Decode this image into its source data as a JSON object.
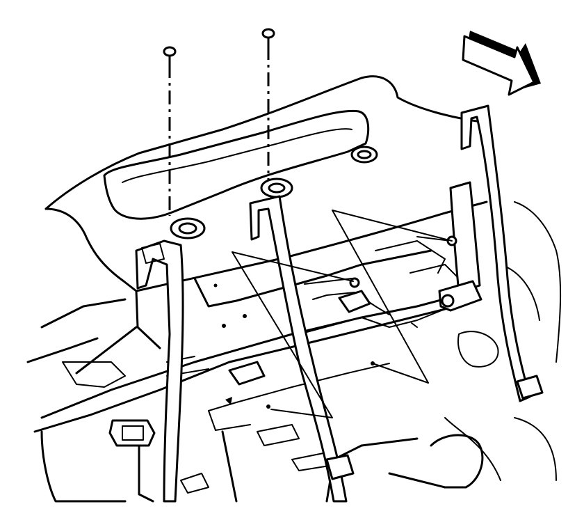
{
  "figure": {
    "kind": "line-art-service-diagram",
    "depicts": "rear-seat-belt-and-shelf-panel-assembly",
    "callout_count": 2,
    "line_color": "#000000",
    "background_color": "#ffffff"
  },
  "icons": {
    "direction": "front-direction-arrow-icon",
    "fastener": "push-pin-fastener-icon"
  }
}
